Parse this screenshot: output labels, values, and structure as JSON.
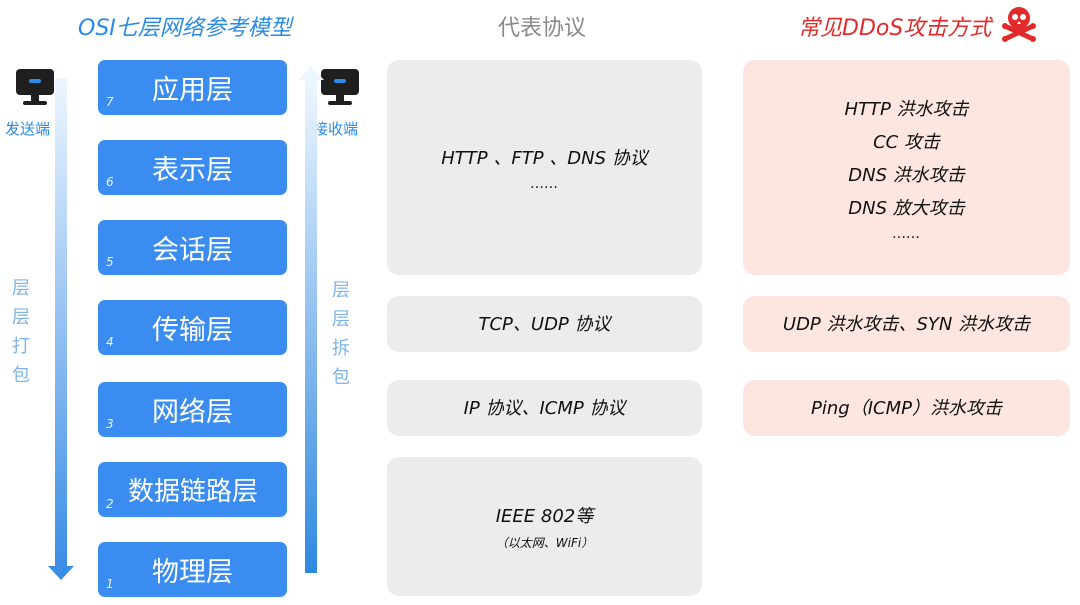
{
  "headers": {
    "osi_title": "OSI七层网络参考模型",
    "protocol_title": "代表协议",
    "ddos_title": "常见DDoS攻击方式"
  },
  "sender": {
    "label": "发送端",
    "vertical_text": [
      "层",
      "层",
      "打",
      "包"
    ]
  },
  "receiver": {
    "label": "接收端",
    "vertical_text": [
      "层",
      "层",
      "拆",
      "包"
    ]
  },
  "layers": [
    {
      "num": "7",
      "name": "应用层"
    },
    {
      "num": "6",
      "name": "表示层"
    },
    {
      "num": "5",
      "name": "会话层"
    },
    {
      "num": "4",
      "name": "传输层"
    },
    {
      "num": "3",
      "name": "网络层"
    },
    {
      "num": "2",
      "name": "数据链路层"
    },
    {
      "num": "1",
      "name": "物理层"
    }
  ],
  "protocols": {
    "application": {
      "line1": "HTTP 、FTP 、DNS 协议",
      "line2": "……"
    },
    "transport": "TCP、UDP 协议",
    "network": "IP 协议、ICMP 协议",
    "physical": {
      "line1": "IEEE 802等",
      "line2": "（以太网、WiFi）"
    }
  },
  "attacks": {
    "application": [
      "HTTP 洪水攻击",
      "CC 攻击",
      "DNS 洪水攻击",
      "DNS 放大攻击",
      "……"
    ],
    "transport": "UDP 洪水攻击、SYN 洪水攻击",
    "network": "Ping（ICMP）洪水攻击"
  },
  "colors": {
    "layer_blue": "#3a8cf0",
    "protocol_gray": "#ececec",
    "attack_pink": "#fce6df",
    "title_blue": "#2a8be6",
    "title_red": "#e22a2a"
  },
  "icons": [
    "monitor-icon",
    "skull-crossbones-icon"
  ]
}
